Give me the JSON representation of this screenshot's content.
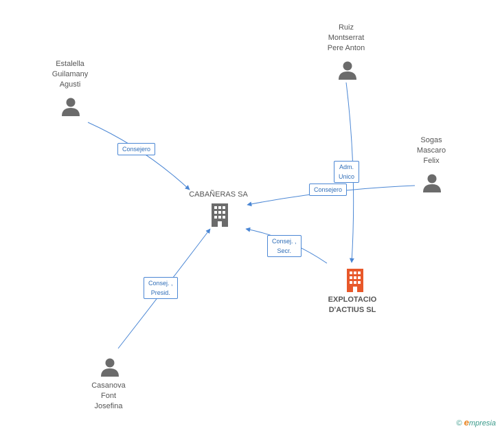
{
  "nodes": {
    "estalella": {
      "label": "Estalella\nGuilamany\nAgusti",
      "icon": "person-icon"
    },
    "ruiz": {
      "label": "Ruiz\nMontserrat\nPere Anton",
      "icon": "person-icon"
    },
    "sogas": {
      "label": "Sogas\nMascaro\nFelix",
      "icon": "person-icon"
    },
    "casanova": {
      "label": "Casanova\nFont\nJosefina",
      "icon": "person-icon"
    },
    "cabaneras": {
      "label": "CABAÑERAS SA",
      "icon": "building-icon"
    },
    "explotacio": {
      "label": "EXPLOTACIO\nD'ACTIUS SL",
      "icon": "building-icon"
    }
  },
  "edges": {
    "estalella_cabaneras": "Consejero",
    "ruiz_explotacio": "Adm.\nUnico",
    "sogas_cabaneras": "Consejero",
    "explotacio_cabaneras": "Consej. ,\nSecr.",
    "casanova_cabaneras": "Consej. ,\nPresid."
  },
  "colors": {
    "edge": "#4a86d4",
    "person_icon": "#6b6b6b",
    "company_icon": "#6b6b6b",
    "focus_company_icon": "#e8582a"
  },
  "footer": {
    "copyright": "©",
    "brand_initial": "e",
    "brand_rest": "mpresia"
  }
}
